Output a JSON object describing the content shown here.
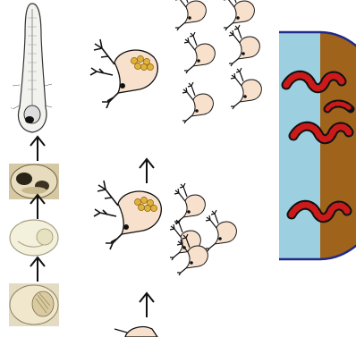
{
  "diagram": {
    "columns": [
      {
        "id": "fish-development",
        "stages": [
          "egg",
          "embryo",
          "late-embryo",
          "larva"
        ]
      },
      {
        "id": "rotifer-culture",
        "stages": [
          "founder",
          "small-brood",
          "large-brood"
        ]
      },
      {
        "id": "worm-culture",
        "stages": [
          "worm-container"
        ]
      }
    ],
    "colors": {
      "egg_fill": "#efe8cc",
      "rotifer_body": "#f8e1cc",
      "rotifer_eggs": "#e0b13c",
      "worm_red": "#cc1a1a",
      "worm_black": "#111111",
      "water_blue": "#9ccfe0",
      "soil_brown": "#a0631c",
      "container_border": "#1f2a8a"
    }
  }
}
